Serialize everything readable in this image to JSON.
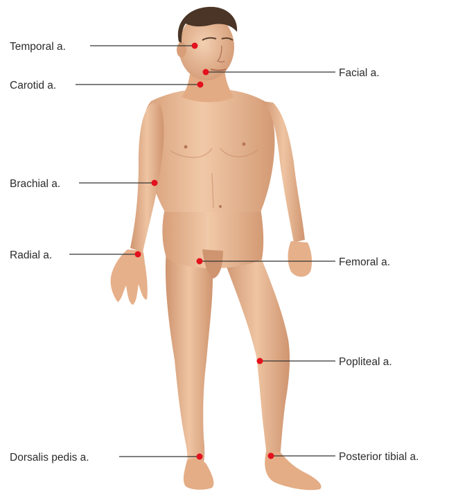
{
  "colors": {
    "skin_base": "#e8b48e",
    "skin_light": "#f3cfb0",
    "skin_shadow": "#c98e69",
    "hair": "#4a3526",
    "pulse_dot": "#e3111d",
    "leader_line": "#333333",
    "label_text": "#2b2b2b"
  },
  "labels": {
    "temporal": "Temporal a.",
    "carotid": "Carotid a.",
    "brachial": "Brachial a.",
    "radial": "Radial a.",
    "dorsalis_pedis": "Dorsalis pedis a.",
    "facial": "Facial a.",
    "femoral": "Femoral a.",
    "popliteal": "Popliteal a.",
    "posterior_tibial": "Posterior tibial a."
  }
}
